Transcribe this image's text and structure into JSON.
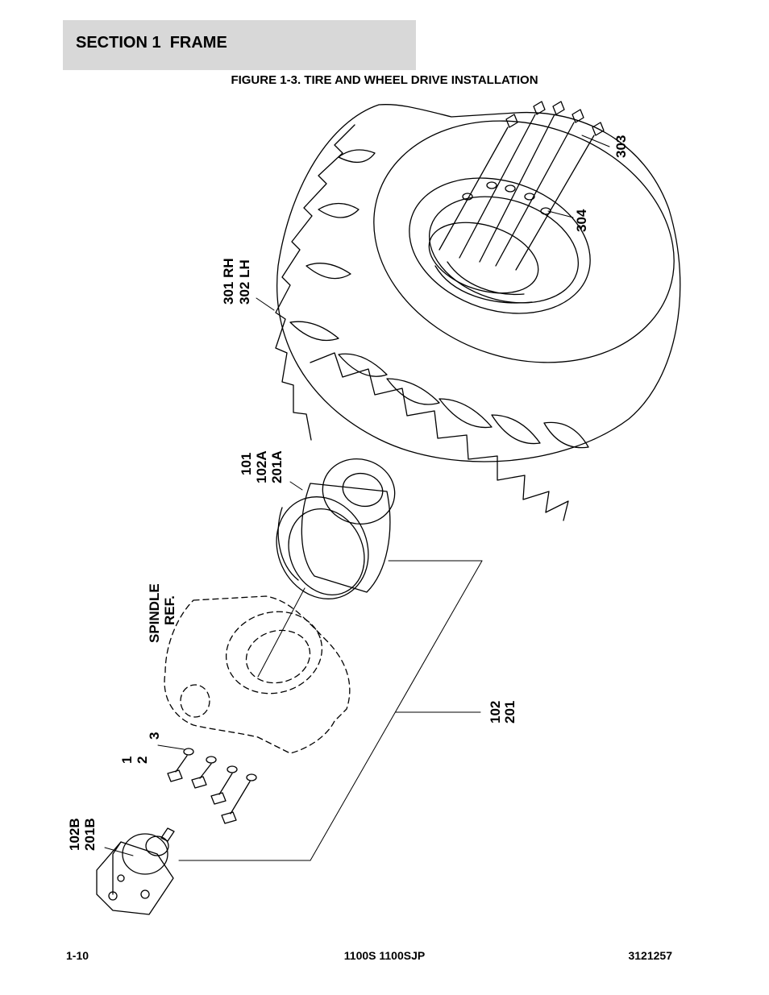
{
  "header": {
    "section_title": "SECTION 1  FRAME"
  },
  "figure": {
    "title": "FIGURE 1-3. TIRE AND WHEEL DRIVE INSTALLATION"
  },
  "callouts": {
    "c303": "303",
    "c304": "304",
    "c301": "301 RH",
    "c302": "302 LH",
    "c101": "101",
    "c102a": "102A",
    "c201a": "201A",
    "spindle1": "SPINDLE",
    "spindle2": "REF.",
    "c102": "102",
    "c201": "201",
    "c3": "3",
    "c1": "1",
    "c2": "2",
    "c102b": "102B",
    "c201b": "201B"
  },
  "footer": {
    "page_number": "1-10",
    "model": "1100S 1100SJP",
    "doc_number": "3121257"
  }
}
